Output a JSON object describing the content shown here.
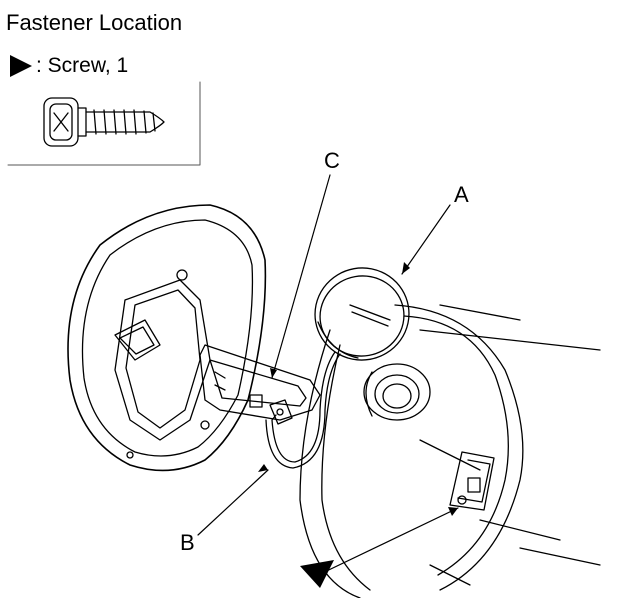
{
  "header": {
    "title": "Fastener Location"
  },
  "legend": {
    "label": ": Screw, 1",
    "symbol_icon": "filled-triangle-pointer"
  },
  "callouts": {
    "a": "A",
    "b": "B",
    "c": "C"
  }
}
